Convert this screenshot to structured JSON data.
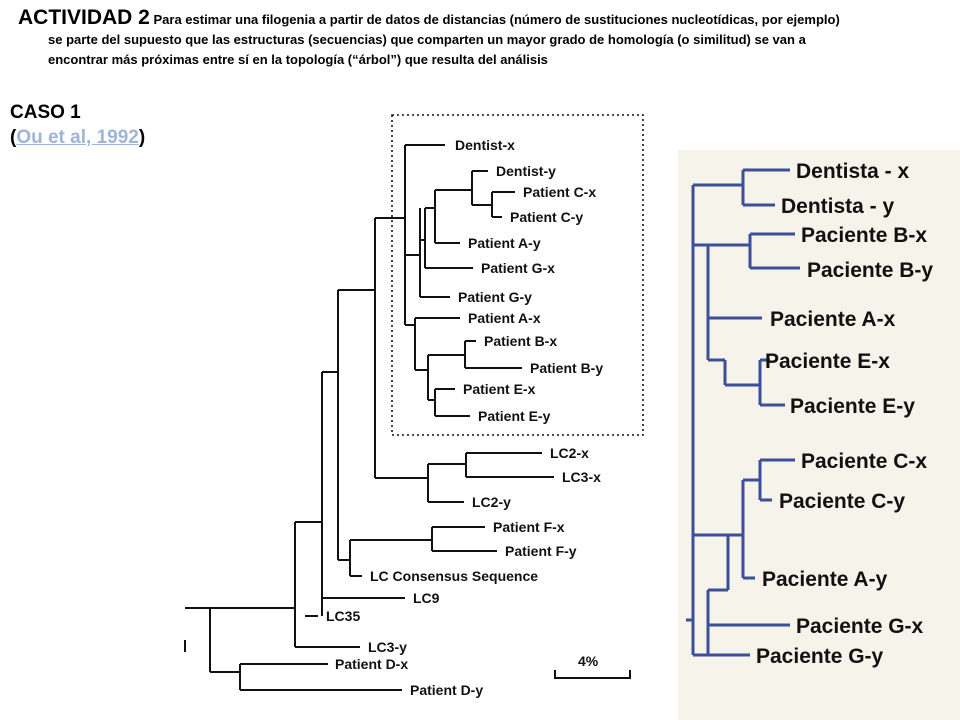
{
  "header": {
    "title": "ACTIVIDAD 2",
    "line1": "Para estimar una filogenia a partir de datos de distancias (número de sustituciones nucleotídicas, por ejemplo)",
    "line2": "se parte del supuesto que las estructuras (secuencias) que comparten un mayor grado de homología (o similitud) se van a",
    "line3": "encontrar más próximas entre sí en la topología (“árbol”) que resulta del análisis"
  },
  "case": {
    "title": "CASO 1",
    "open_paren": "(",
    "link_text": "Ou et al, 1992",
    "close_paren": ")"
  },
  "left_tree": {
    "labels": {
      "dentist_x": "Dentist-x",
      "dentist_y": "Dentist-y",
      "patient_c_x": "Patient C-x",
      "patient_c_y": "Patient C-y",
      "patient_a_y": "Patient A-y",
      "patient_g_x": "Patient G-x",
      "patient_g_y": "Patient G-y",
      "patient_a_x": "Patient A-x",
      "patient_b_x": "Patient B-x",
      "patient_b_y": "Patient B-y",
      "patient_e_x": "Patient E-x",
      "patient_e_y": "Patient E-y",
      "lc2_x": "LC2-x",
      "lc3_x": "LC3-x",
      "lc2_y": "LC2-y",
      "patient_f_x": "Patient F-x",
      "patient_f_y": "Patient F-y",
      "lc_consensus": "LC Consensus Sequence",
      "lc9": "LC9",
      "lc35": "LC35",
      "lc3_y": "LC3-y",
      "patient_d_x": "Patient D-x",
      "patient_d_y": "Patient D-y"
    },
    "scale_label": "4%"
  },
  "right_tree": {
    "labels": {
      "dentista_x": "Dentista - x",
      "dentista_y": "Dentista - y",
      "paciente_b_x": "Paciente B-x",
      "paciente_b_y": "Paciente B-y",
      "paciente_a_x": "Paciente A-x",
      "paciente_e_x": "Paciente E-x",
      "paciente_e_y": "Paciente E-y",
      "paciente_c_x": "Paciente C-x",
      "paciente_c_y": "Paciente C-y",
      "paciente_a_y": "Paciente A-y",
      "paciente_g_x": "Paciente G-x",
      "paciente_g_y": "Paciente G-y"
    },
    "branch_color": "#3d4f9a"
  }
}
